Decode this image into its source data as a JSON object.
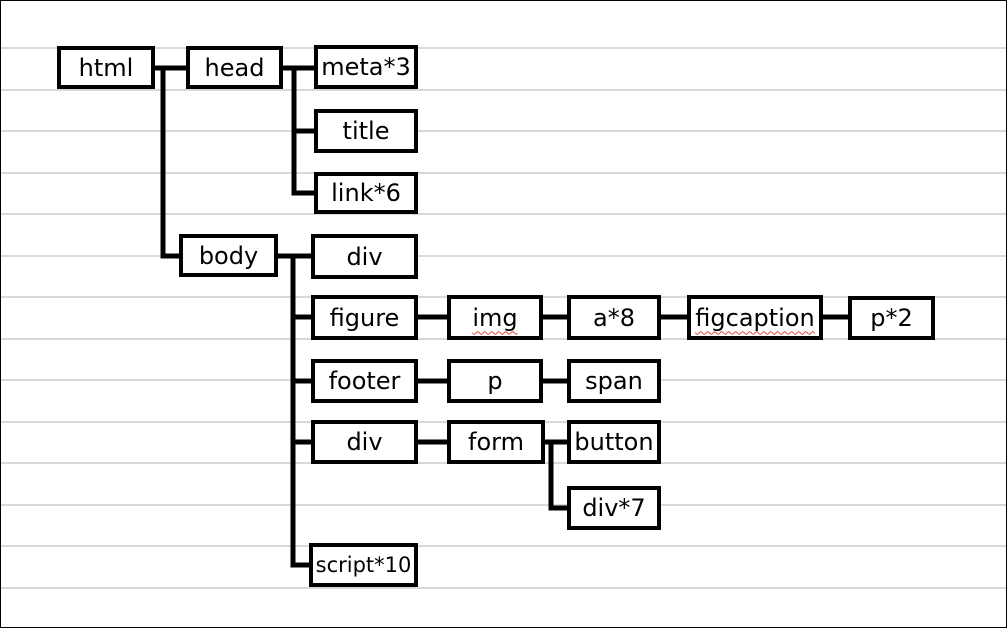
{
  "nodes": {
    "html": "html",
    "head": "head",
    "meta": "meta*3",
    "title": "title",
    "link": "link*6",
    "body": "body",
    "div1": "div",
    "figure": "figure",
    "img": "img",
    "a": "a*8",
    "figcaption": "figcaption",
    "p2": "p*2",
    "footer": "footer",
    "p": "p",
    "span": "span",
    "div2": "div",
    "form": "form",
    "button": "button",
    "div7": "div*7",
    "script": "script*10"
  },
  "colors": {
    "line": "#000000",
    "ruled": "#d9d9d9",
    "spellcheck": "#e0463c"
  }
}
